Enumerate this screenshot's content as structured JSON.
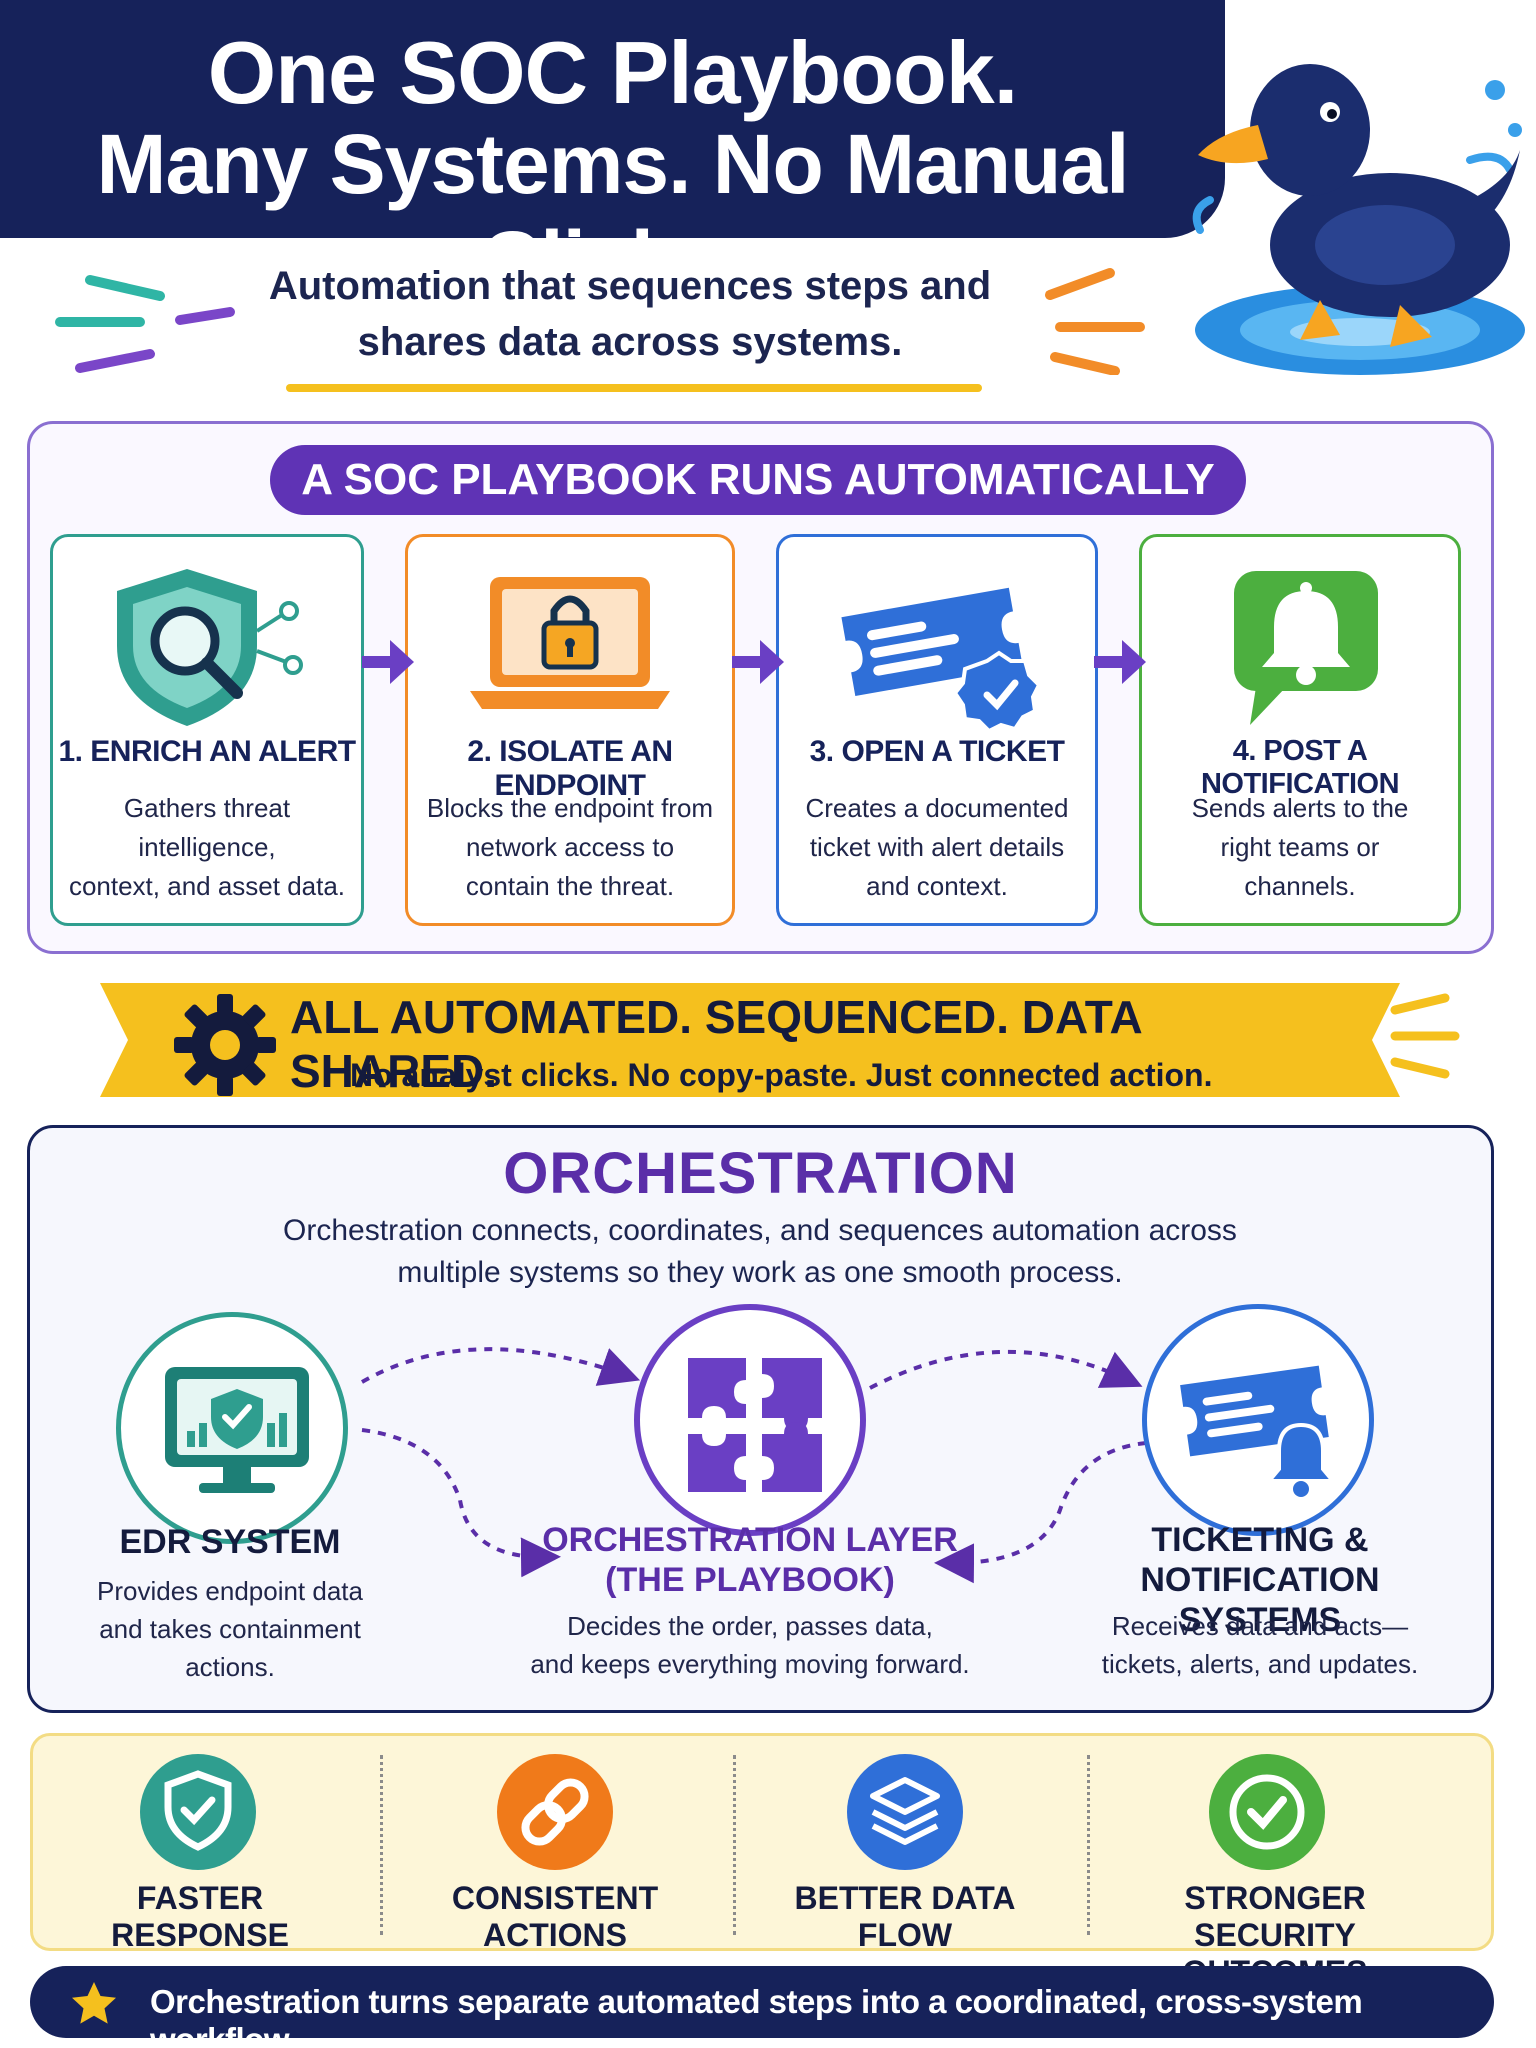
{
  "header": {
    "line1": "One SOC Playbook.",
    "line2": "Many Systems. No Manual Clicks.",
    "subtitle_line1": "Automation that sequences steps and",
    "subtitle_line2": "shares data across systems."
  },
  "playbook": {
    "heading": "A SOC PLAYBOOK RUNS AUTOMATICALLY",
    "steps": [
      {
        "title": "1. ENRICH AN ALERT",
        "desc": [
          "Gathers threat intelligence,",
          "context, and asset data."
        ],
        "color": "#2f9e8f",
        "icon": "shield-search-icon"
      },
      {
        "title": "2. ISOLATE AN ENDPOINT",
        "desc": [
          "Blocks the endpoint from",
          "network access to",
          "contain the threat."
        ],
        "color": "#f28c28",
        "icon": "laptop-lock-icon"
      },
      {
        "title": "3. OPEN A TICKET",
        "desc": [
          "Creates a documented",
          "ticket with alert details",
          "and context."
        ],
        "color": "#2f6fd8",
        "icon": "ticket-check-icon"
      },
      {
        "title": "4. POST A NOTIFICATION",
        "desc": [
          "Sends alerts to the",
          "right teams or",
          "channels."
        ],
        "color": "#4caf3f",
        "icon": "bell-chat-icon"
      }
    ]
  },
  "banner": {
    "title": "ALL AUTOMATED. SEQUENCED. DATA SHARED.",
    "subtitle": "No analyst clicks. No copy-paste. Just connected action.",
    "icon": "gear-icon",
    "color": "#f5c01e"
  },
  "orchestration": {
    "title": "ORCHESTRATION",
    "desc_line1": "Orchestration connects, coordinates, and sequences automation across",
    "desc_line2": "multiple systems so they work as one smooth process.",
    "nodes": [
      {
        "title": [
          "EDR SYSTEM"
        ],
        "desc": [
          "Provides endpoint data",
          "and takes containment",
          "actions."
        ],
        "color": "#2f9e8f",
        "icon": "monitor-shield-icon"
      },
      {
        "title": [
          "ORCHESTRATION LAYER",
          "(THE PLAYBOOK)"
        ],
        "desc": [
          "Decides the order, passes data,",
          "and keeps everything moving forward."
        ],
        "color": "#6a3fc4",
        "icon": "puzzle-icon"
      },
      {
        "title": [
          "TICKETING &",
          "NOTIFICATION SYSTEMS"
        ],
        "desc": [
          "Receives data and acts—",
          "tickets, alerts, and updates."
        ],
        "color": "#2f6fd8",
        "icon": "ticket-bell-icon"
      }
    ]
  },
  "benefits": [
    {
      "label": [
        "FASTER",
        "RESPONSE"
      ],
      "color": "#2f9e8f",
      "icon": "shield-check-icon"
    },
    {
      "label": [
        "CONSISTENT",
        "ACTIONS"
      ],
      "color": "#f07a1a",
      "icon": "link-icon"
    },
    {
      "label": [
        "BETTER DATA",
        "FLOW"
      ],
      "color": "#2f6fd8",
      "icon": "layers-icon"
    },
    {
      "label": [
        "STRONGER SECURITY",
        "OUTCOMES"
      ],
      "color": "#4caf3f",
      "icon": "check-circle-icon"
    }
  ],
  "footer": {
    "text": "Orchestration turns separate automated steps into a coordinated, cross-system workflow.",
    "icon": "star-icon"
  }
}
